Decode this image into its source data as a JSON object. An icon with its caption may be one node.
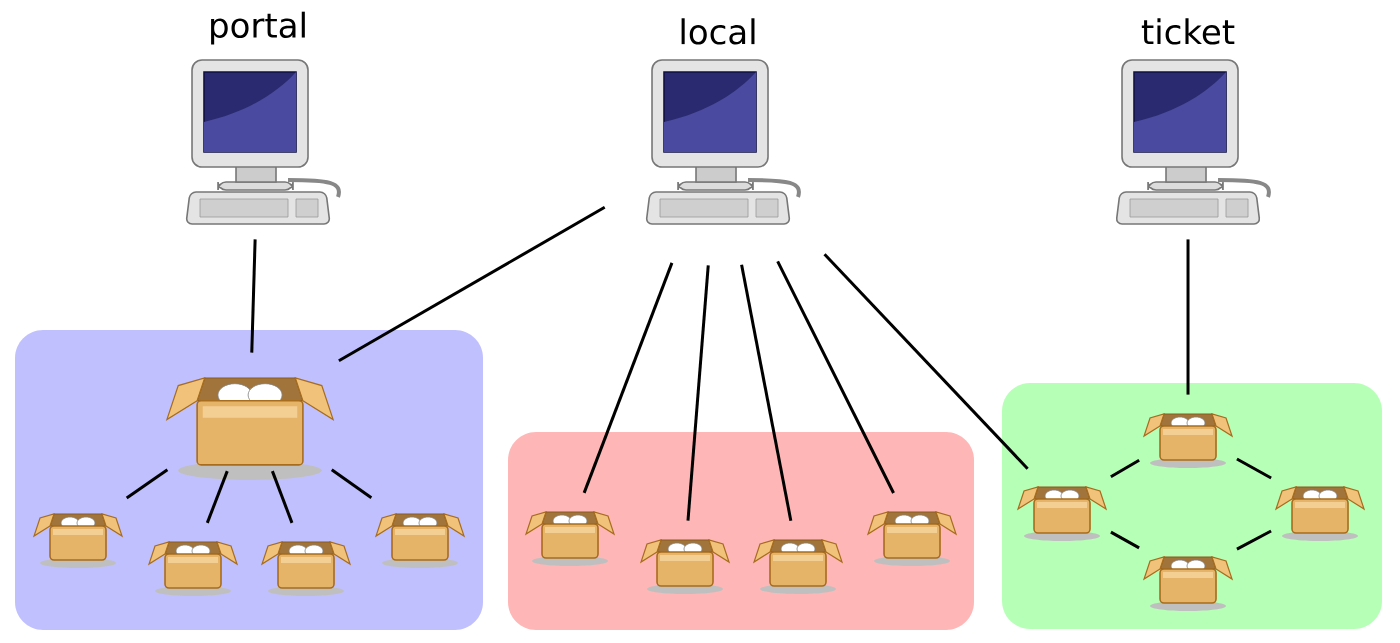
{
  "diagram": {
    "nodes": [
      {
        "text": [
          "portal"
        ]
      },
      {
        "text": [
          "local"
        ]
      },
      {
        "text": [
          "ticket"
        ]
      },
      {
        "text": [],
        "shape": "box"
      },
      {
        "text": [],
        "shape": "picture",
        "in": 3
      },
      {
        "text": [],
        "shape": "picture",
        "in": 3
      },
      {
        "text": [],
        "shape": "picture",
        "in": 3
      },
      {
        "text": [],
        "shape": "picture",
        "in": 3
      },
      {
        "text": [],
        "shape": "picture",
        "in": 3
      },
      {
        "text": [],
        "shape": "box"
      },
      {
        "text": [],
        "shape": "picture",
        "in": 9
      },
      {
        "text": [],
        "shape": "picture",
        "in": 9
      },
      {
        "text": [],
        "shape": "picture",
        "in": 9
      },
      {
        "text": [],
        "shape": "picture",
        "in": 9
      },
      {
        "text": [],
        "shape": "box"
      },
      {
        "text": [],
        "shape": "picture",
        "in": 14
      },
      {
        "text": [],
        "shape": "picture",
        "in": 14
      },
      {
        "text": [],
        "shape": "picture",
        "in": 14
      },
      {
        "text": [],
        "shape": "picture",
        "in": 14
      }
    ],
    "edges": [
      {
        "from": 0,
        "to": 4,
        "arrow": "none"
      },
      {
        "from": 1,
        "to": 4,
        "arrow": "none"
      },
      {
        "from": 1,
        "to": 10,
        "arrow": "none"
      },
      {
        "from": 1,
        "to": 11,
        "arrow": "none"
      },
      {
        "from": 1,
        "to": 12,
        "arrow": "none"
      },
      {
        "from": 1,
        "to": 13,
        "arrow": "none"
      },
      {
        "from": 1,
        "to": 15,
        "arrow": "none"
      },
      {
        "from": 2,
        "to": 16,
        "arrow": "none"
      },
      {
        "from": 4,
        "to": 5,
        "arrow": "none"
      },
      {
        "from": 4,
        "to": 6,
        "arrow": "none"
      },
      {
        "from": 4,
        "to": 7,
        "arrow": "none"
      },
      {
        "from": 4,
        "to": 8,
        "arrow": "none"
      },
      {
        "from": 15,
        "to": 16,
        "arrow": "none"
      },
      {
        "from": 16,
        "to": 17,
        "arrow": "none"
      },
      {
        "from": 17,
        "to": 18,
        "arrow": "none"
      },
      {
        "from": 18,
        "to": 15,
        "arrow": "none"
      }
    ]
  }
}
